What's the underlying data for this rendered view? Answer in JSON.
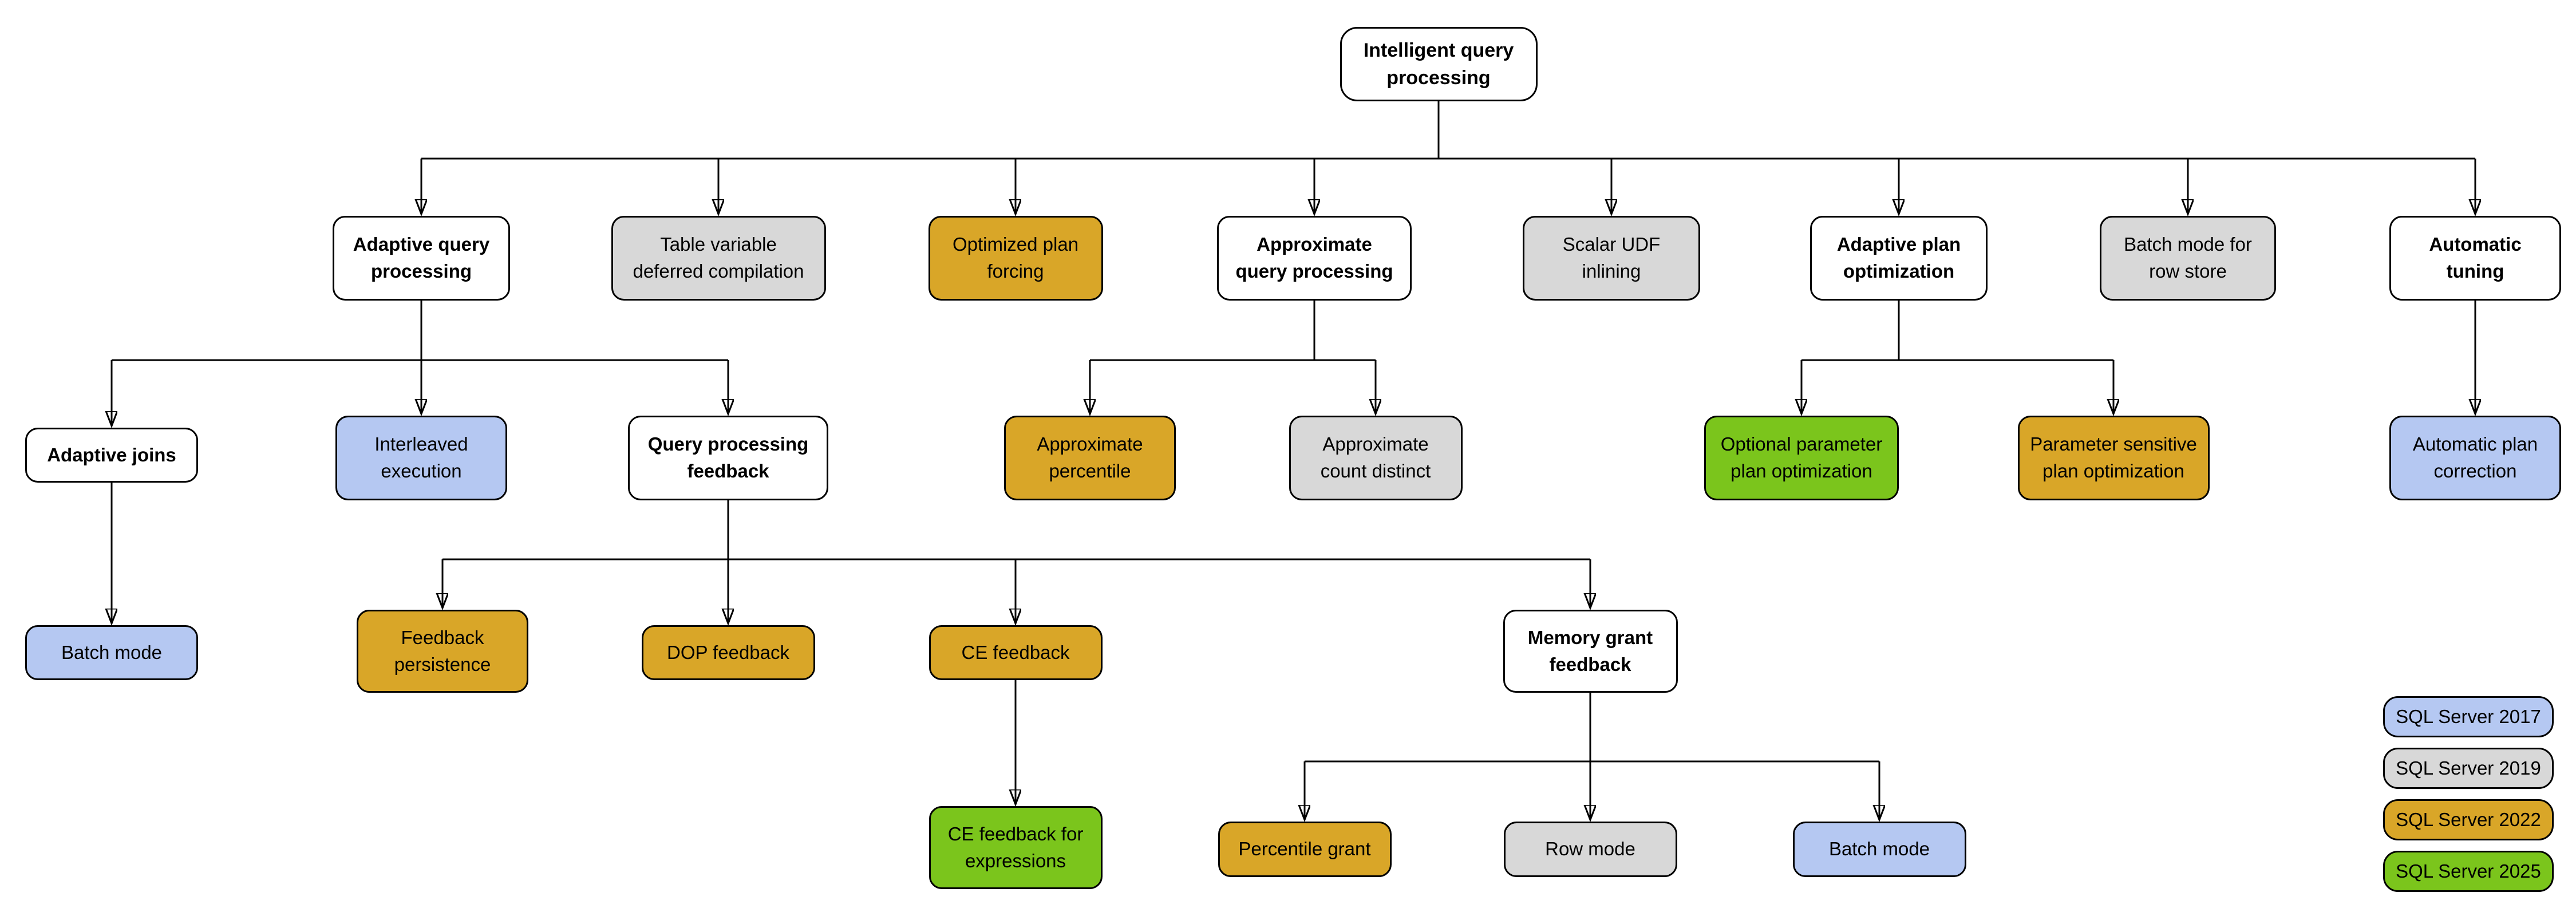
{
  "diagram": {
    "palette": {
      "default_white": "#FFFFFF",
      "sql2017_blue": "#B5C8F2",
      "sql2019_gray": "#D8D8D8",
      "sql2022_gold": "#D9A628",
      "sql2025_green": "#7BC51C",
      "line_black": "#000000"
    },
    "nodes": {
      "iqp": {
        "label": "Intelligent query\nprocessing"
      },
      "aqp": {
        "label": "Adaptive query\nprocessing"
      },
      "tvdc": {
        "label": "Table variable\ndeferred compilation"
      },
      "opf": {
        "label": "Optimized plan\nforcing"
      },
      "axqp": {
        "label": "Approximate\nquery processing"
      },
      "sudf": {
        "label": "Scalar UDF\ninlining"
      },
      "apo": {
        "label": "Adaptive plan\noptimization"
      },
      "bmrs": {
        "label": "Batch mode for\nrow store"
      },
      "at": {
        "label": "Automatic\ntuning"
      },
      "aj": {
        "label": "Adaptive joins"
      },
      "ie": {
        "label": "Interleaved\nexecution"
      },
      "qpf": {
        "label": "Query processing\nfeedback"
      },
      "ap": {
        "label": "Approximate\npercentile"
      },
      "acd": {
        "label": "Approximate\ncount distinct"
      },
      "oppo": {
        "label": "Optional parameter\nplan optimization"
      },
      "pspo": {
        "label": "Parameter sensitive\nplan optimization"
      },
      "apc": {
        "label": "Automatic plan\ncorrection"
      },
      "bm1": {
        "label": "Batch mode"
      },
      "fp": {
        "label": "Feedback\npersistence"
      },
      "dop": {
        "label": "DOP feedback"
      },
      "cef": {
        "label": "CE feedback"
      },
      "mgf": {
        "label": "Memory grant\nfeedback"
      },
      "cefe": {
        "label": "CE feedback for\nexpressions"
      },
      "pg": {
        "label": "Percentile grant"
      },
      "rm": {
        "label": "Row mode"
      },
      "bm2": {
        "label": "Batch mode"
      }
    },
    "legend": {
      "items": [
        {
          "label": "SQL Server 2017",
          "color_key": "sql2017_blue"
        },
        {
          "label": "SQL Server 2019",
          "color_key": "sql2019_gray"
        },
        {
          "label": "SQL Server 2022",
          "color_key": "sql2022_gold"
        },
        {
          "label": "SQL Server 2025",
          "color_key": "sql2025_green"
        }
      ]
    }
  }
}
